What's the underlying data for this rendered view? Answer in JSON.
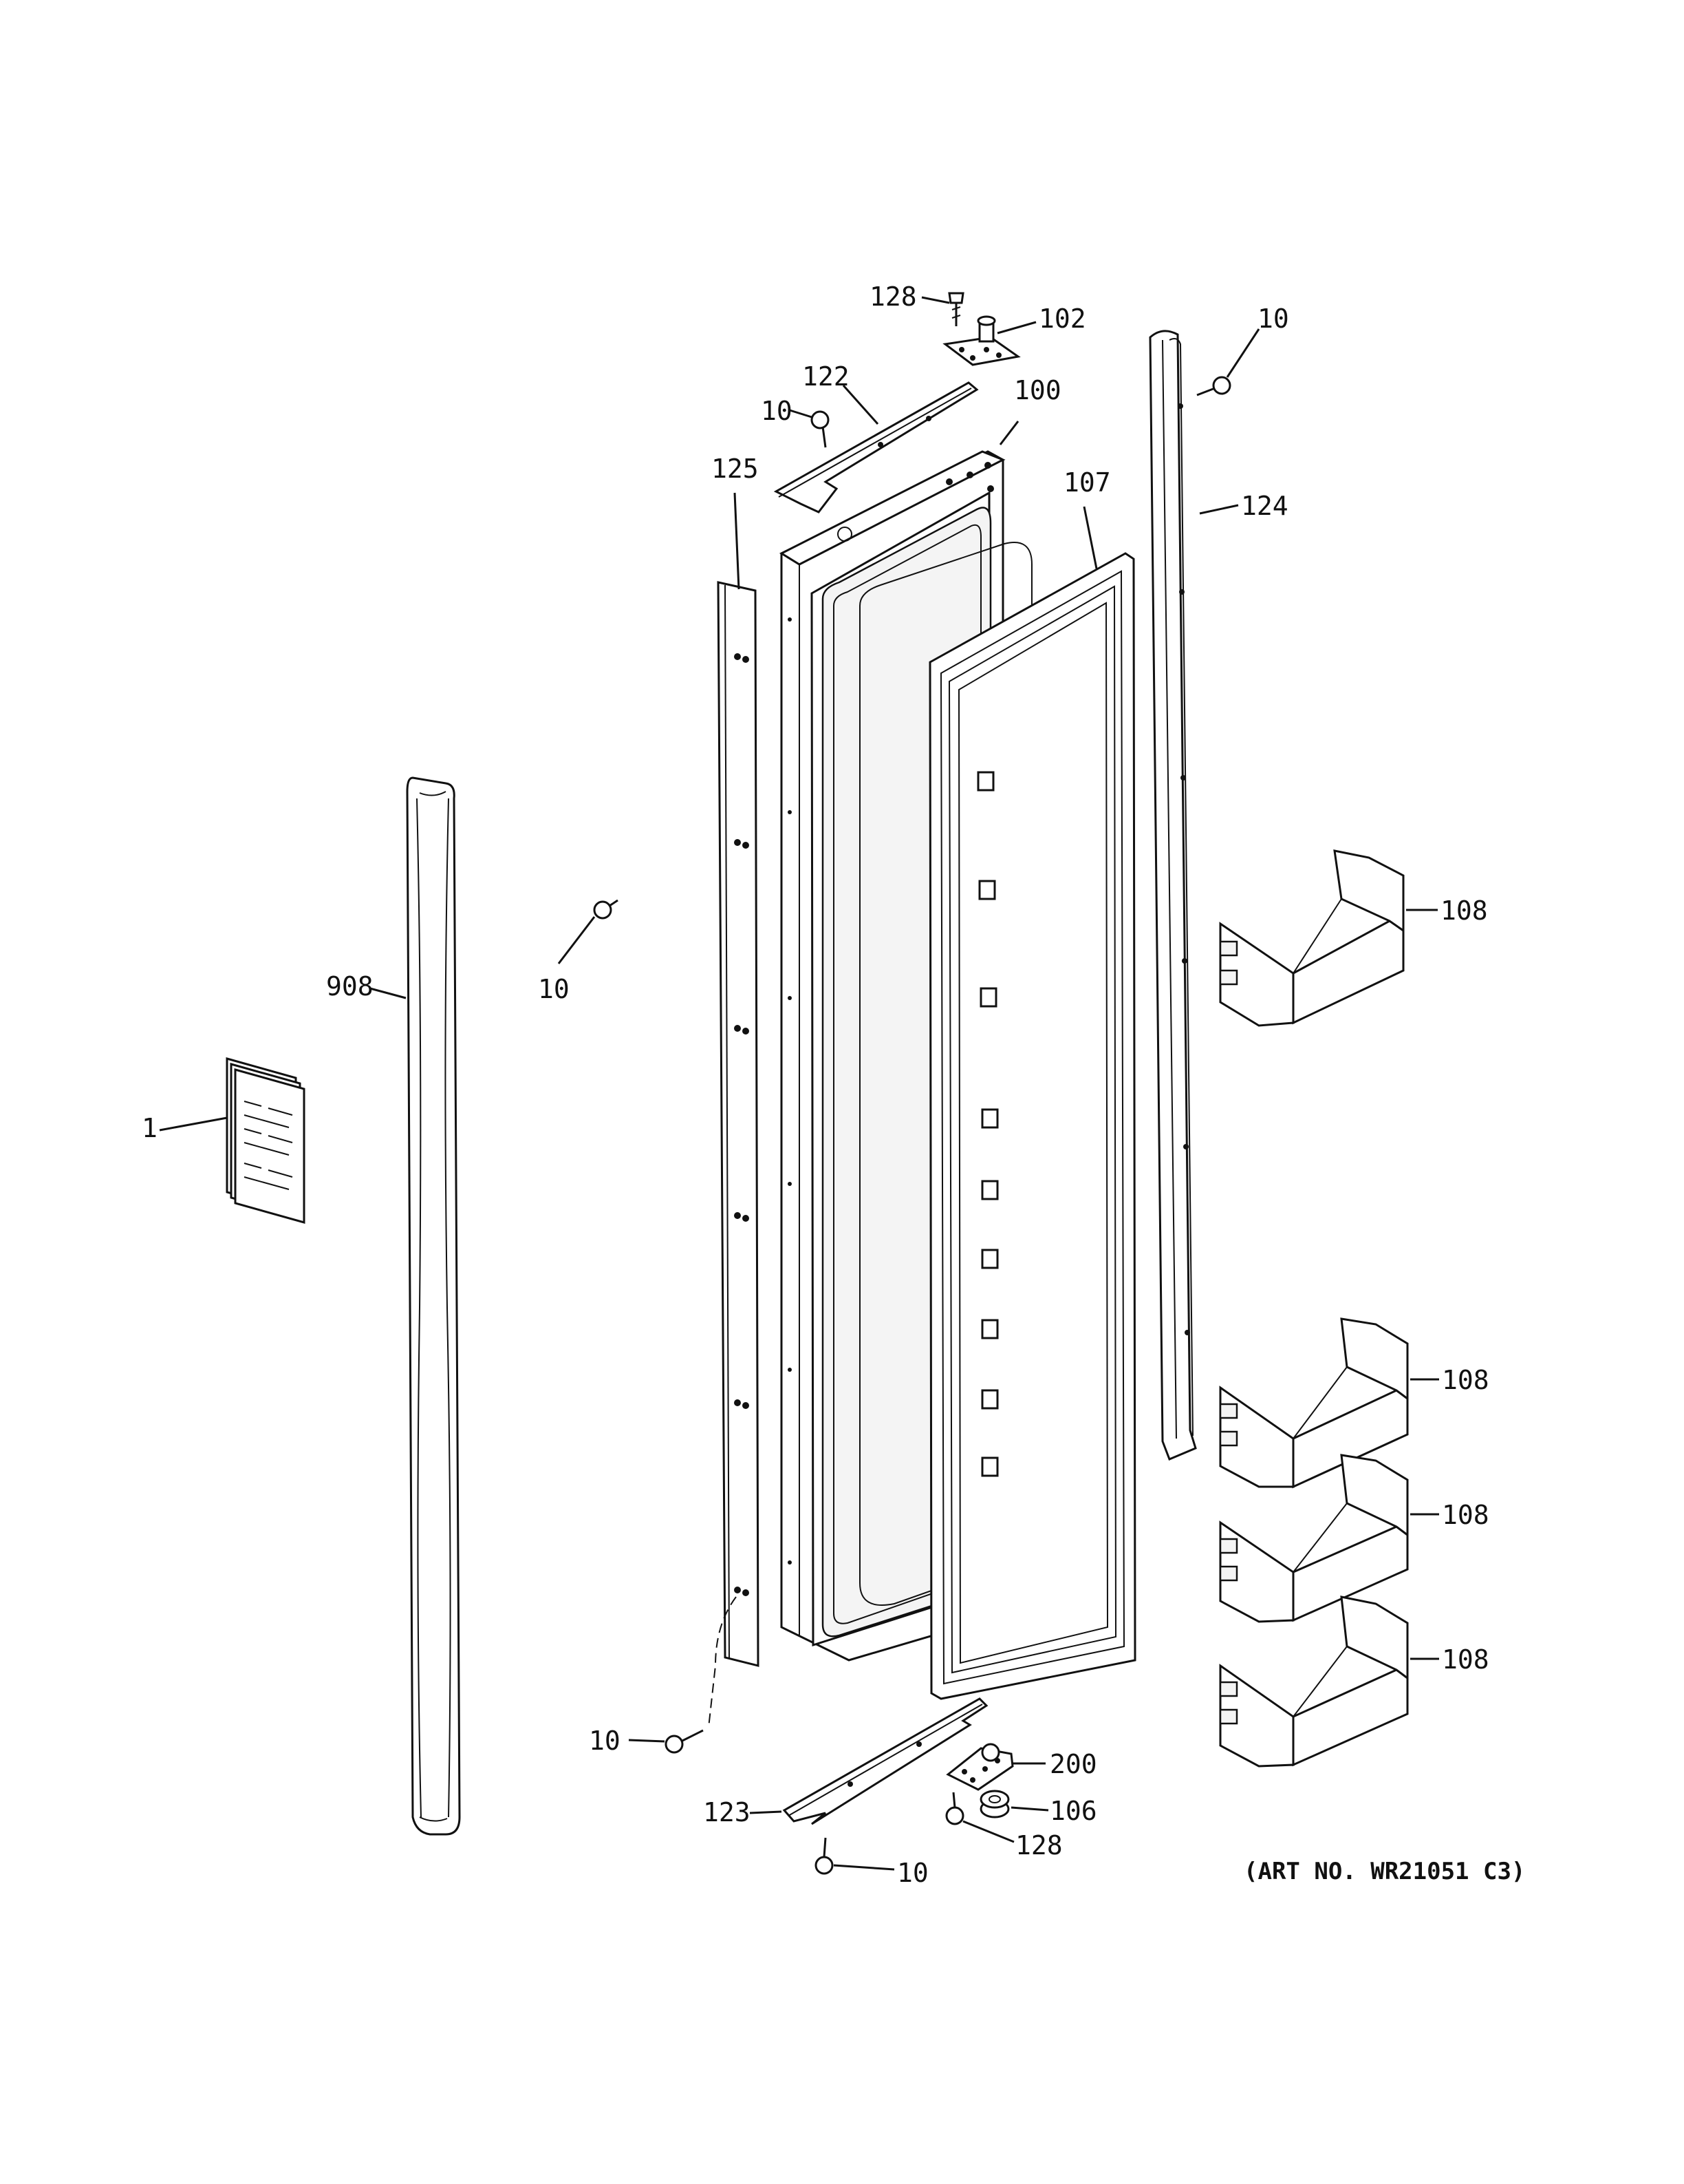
{
  "diagram": {
    "art_number": "(ART NO. WR21051 C3)",
    "labels": {
      "l128_top": "128",
      "l102": "102",
      "l10_topright": "10",
      "l122": "122",
      "l10_top": "10",
      "l100": "100",
      "l125": "125",
      "l107": "107",
      "l124": "124",
      "l108_a": "108",
      "l908": "908",
      "l10_mid": "10",
      "l1": "1",
      "l108_b": "108",
      "l108_c": "108",
      "l108_d": "108",
      "l10_bottomleft": "10",
      "l200": "200",
      "l123": "123",
      "l106": "106",
      "l128_bottom": "128",
      "l10_bottom": "10"
    }
  }
}
